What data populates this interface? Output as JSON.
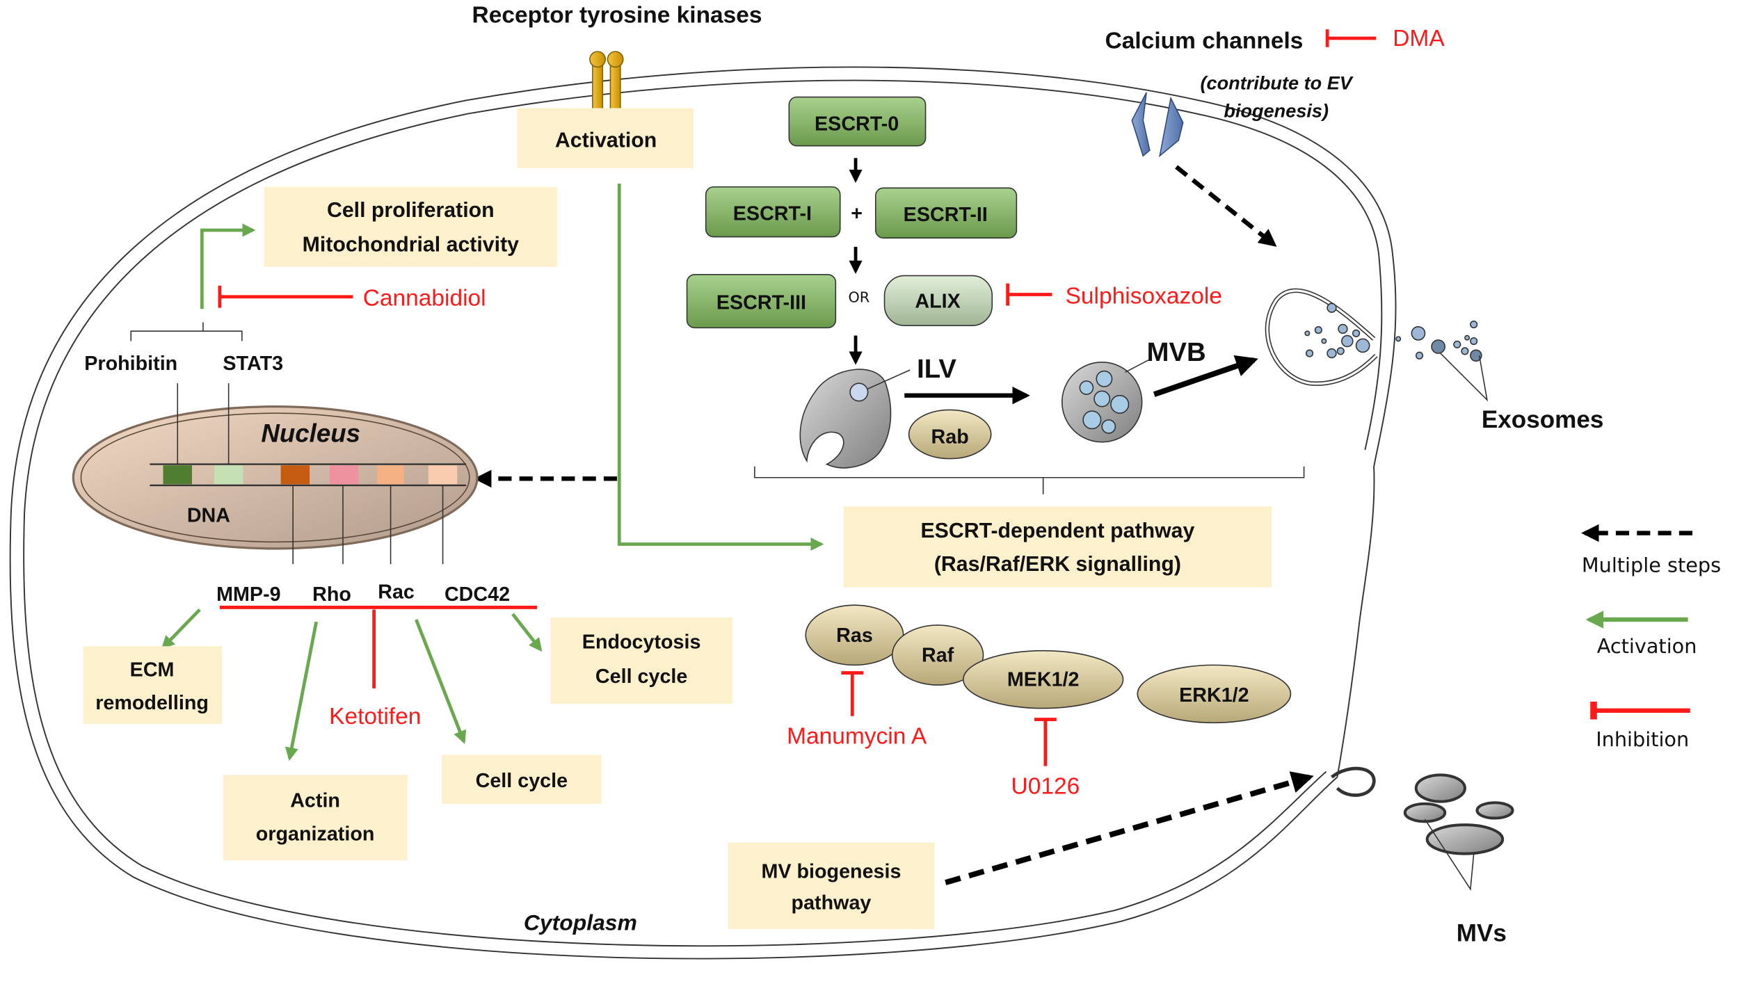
{
  "title_labels": {
    "receptor": "Receptor tyrosine kinases",
    "calcium": "Calcium channels",
    "calcium_note_1": "(contribute to EV",
    "calcium_note_2": "biogenesis)",
    "nucleus": "Nucleus",
    "dna": "DNA",
    "cytoplasm": "Cytoplasm",
    "exosomes": "Exosomes",
    "mvs": "MVs",
    "ilv": "ILV",
    "mvb": "MVB",
    "rab": "Rab",
    "or": "OR",
    "plus": "+"
  },
  "boxes": {
    "activation": "Activation",
    "cell_prolif_1": "Cell  proliferation",
    "cell_prolif_2": "Mitochondrial  activity",
    "escrt_path_1": "ESCRT-dependent  pathway",
    "escrt_path_2": "(Ras/Raf/ERK  signalling)",
    "ecm_1": "ECM",
    "ecm_2": "remodelling",
    "actin_1": "Actin",
    "actin_2": "organization",
    "cellcycle": "Cell  cycle",
    "endo_1": "Endocytosis",
    "endo_2": "Cell  cycle",
    "mv_1": "MV  biogenesis",
    "mv_2": "pathway"
  },
  "escrt": {
    "e0": "ESCRT-0",
    "e1": "ESCRT-I",
    "e2": "ESCRT-II",
    "e3": "ESCRT-III",
    "alix": "ALIX"
  },
  "genes": {
    "prohibitin": "Prohibitin",
    "stat3": "STAT3",
    "mmp9": "MMP-9",
    "rho": "Rho",
    "rac": "Rac",
    "cdc42": "CDC42"
  },
  "kinases": {
    "ras": "Ras",
    "raf": "Raf",
    "mek": "MEK1/2",
    "erk": "ERK1/2"
  },
  "inhibitors": {
    "dma": "DMA",
    "cannabidiol": "Cannabidiol",
    "sulphisoxazole": "Sulphisoxazole",
    "ketotifen": "Ketotifen",
    "manumycin": "Manumycin A",
    "u0126": "U0126"
  },
  "legend": {
    "multiple": "Multiple steps",
    "activation": "Activation",
    "inhibition": "Inhibition"
  },
  "colors": {
    "box_fill": "#fdf0cc",
    "activation_green": "#6aa84f",
    "inhibition_red": "#ff1a1a",
    "escrt_green": "#7fae5f",
    "kinase_tan": "#d8cba0",
    "dna_bands": [
      "#4e7f30",
      "#c4e0b4",
      "#c55a11",
      "#ef92a0",
      "#f4b183",
      "#f8cbad"
    ]
  }
}
